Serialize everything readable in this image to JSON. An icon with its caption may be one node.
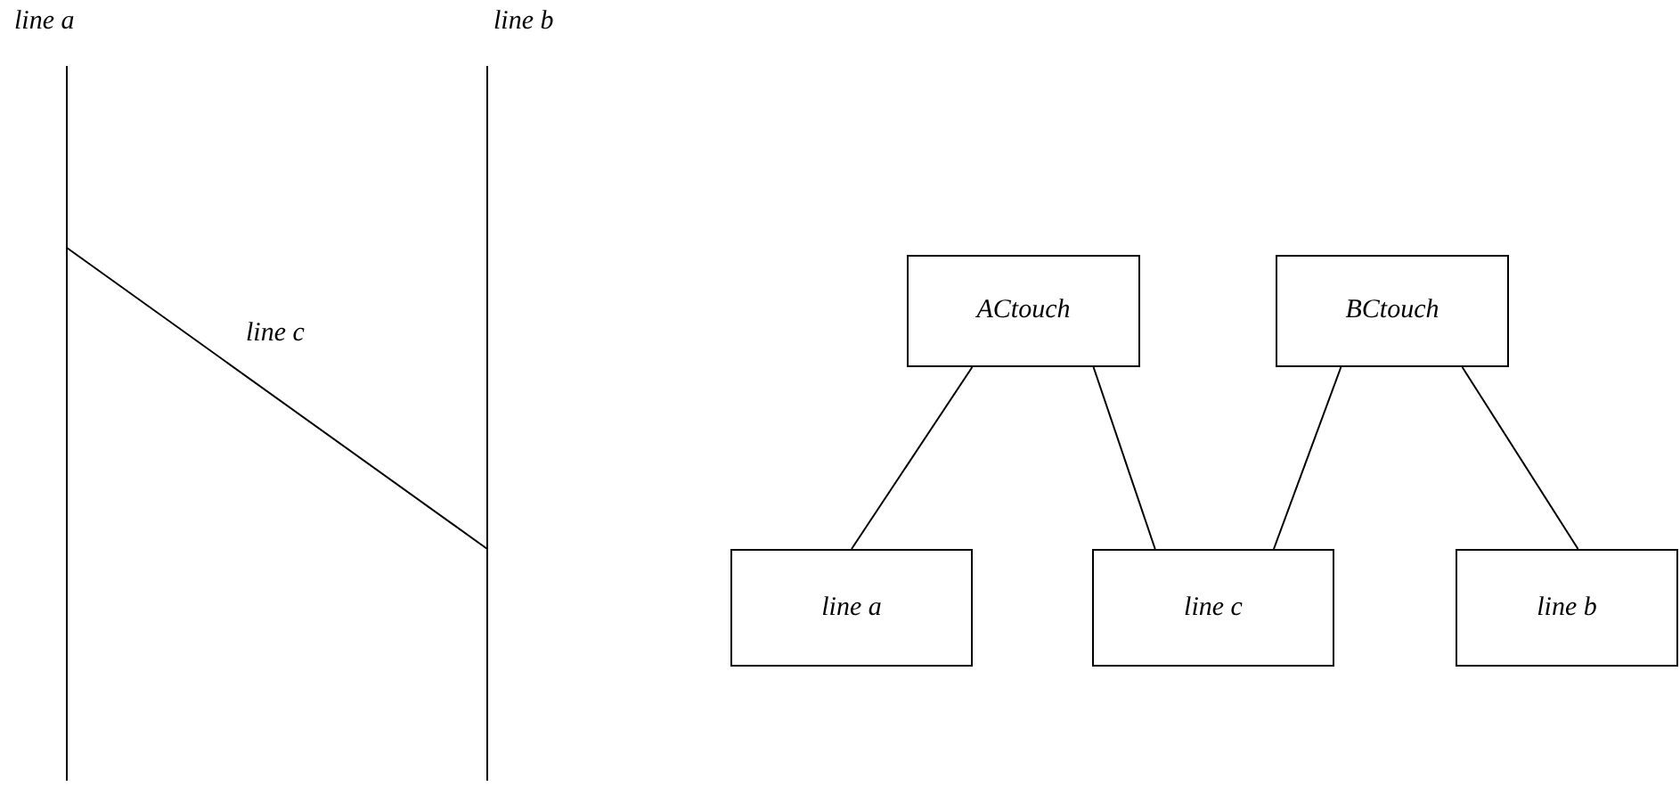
{
  "diagram": {
    "nodes": [
      {
        "text": [
          "ACtouch"
        ]
      },
      {
        "text": [
          "BCtouch"
        ]
      },
      {
        "text": [
          "line a"
        ]
      },
      {
        "text": [
          "line c"
        ]
      },
      {
        "text": [
          "line b"
        ]
      }
    ],
    "edges": [
      {
        "from": 0,
        "to": 2,
        "arrow": "none"
      },
      {
        "from": 0,
        "to": 3,
        "arrow": "none"
      },
      {
        "from": 1,
        "to": 3,
        "arrow": "none"
      },
      {
        "from": 1,
        "to": 4,
        "arrow": "none"
      }
    ],
    "labels": [
      "line a",
      "line b",
      "line c"
    ]
  }
}
